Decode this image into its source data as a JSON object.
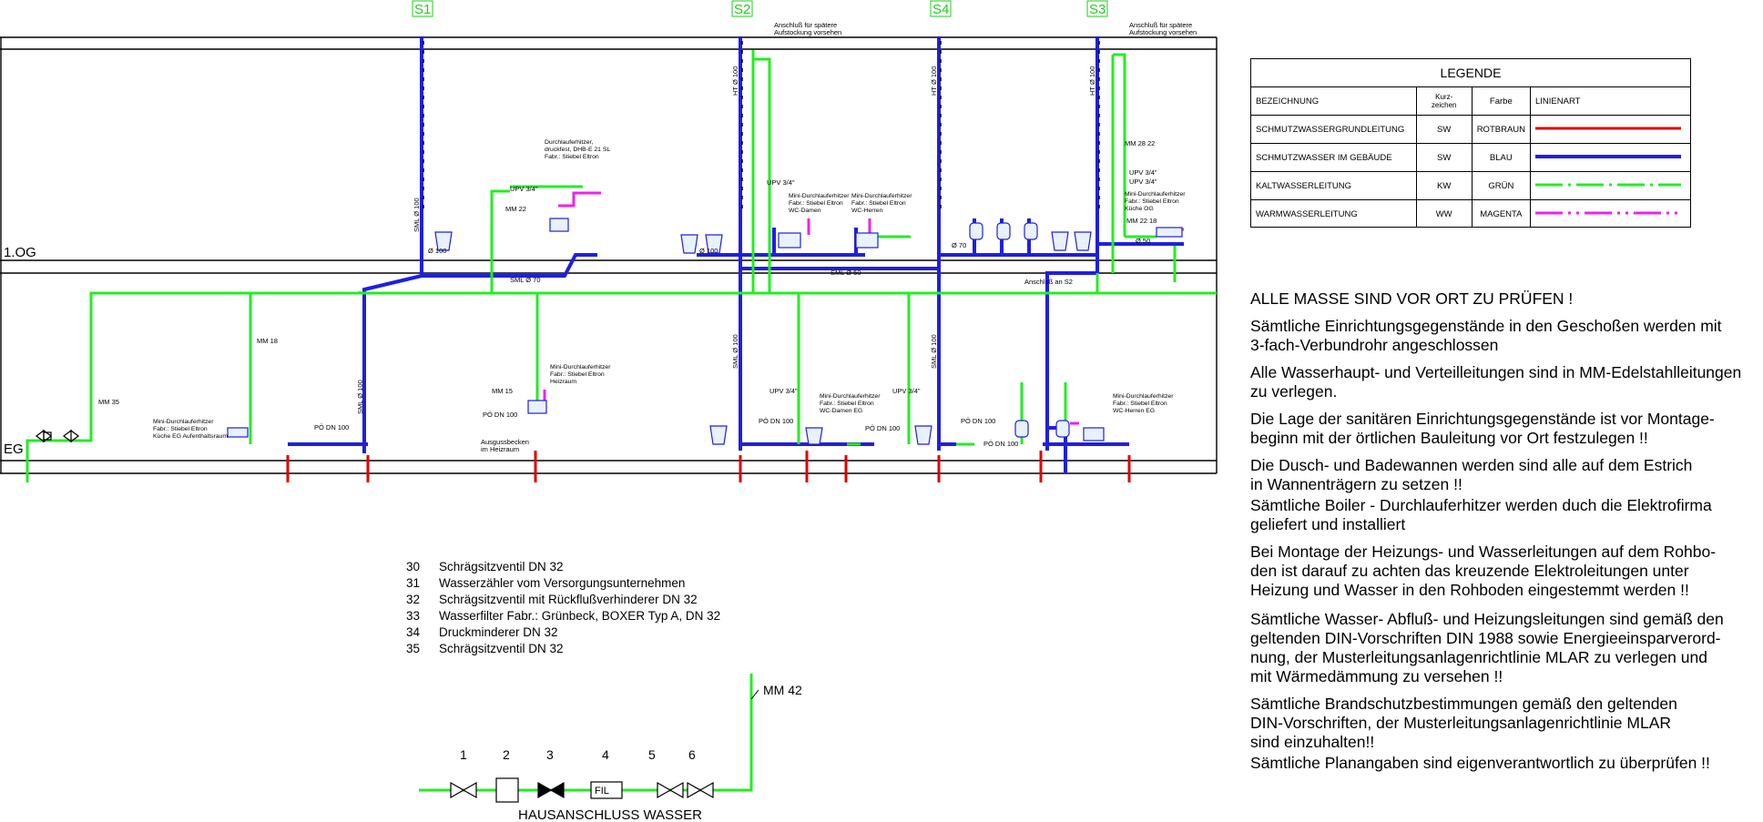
{
  "stacks": {
    "s1": "S1",
    "s2": "S2",
    "s4": "S4",
    "s3": "S3"
  },
  "floors": {
    "og": "1.OG",
    "eg": "EG"
  },
  "legend": {
    "title": "LEGENDE",
    "headers": {
      "name": "BEZEICHNUNG",
      "code": "Kurz-\nzeichen",
      "color": "Farbe",
      "linetype": "LINIENART"
    },
    "rows": [
      {
        "name": "SCHMUTZWASSERGRUNDLEITUNG",
        "code": "SW",
        "color": "ROTBRAUN",
        "stroke": "#e00000"
      },
      {
        "name": "SCHMUTZWASSER IM GEBÄUDE",
        "code": "SW",
        "color": "BLAU",
        "stroke": "#1f1fe0"
      },
      {
        "name": "KALTWASSERLEITUNG",
        "code": "KW",
        "color": "GRÜN",
        "stroke": "#22ee22"
      },
      {
        "name": "WARMWASSERLEITUNG",
        "code": "WW",
        "color": "MAGENTA",
        "stroke": "#ee22ee"
      }
    ]
  },
  "notes": [
    "ALLE MASSE SIND VOR ORT ZU PRÜFEN !",
    "Sämtliche Einrichtungsgegenstände in den Geschoßen werden mit\n3-fach-Verbundrohr angeschlossen",
    "Alle Wasserhaupt- und Verteilleitungen sind in MM-Edelstahlleitungen\nzu verlegen.",
    "Die Lage der sanitären Einrichtungsgegenstände ist vor Montage-\nbeginn mit der örtlichen Bauleitung vor Ort festzulegen !!",
    "Die Dusch- und Badewannen werden sind alle auf dem Estrich\nin Wannenträgern zu setzen !!",
    "Sämtliche Boiler - Durchlauferhitzer werden duch die Elektrofirma\ngeliefert und installiert",
    "Bei Montage der Heizungs- und Wasserleitungen auf dem Rohbo-\nden ist darauf zu achten das kreuzende Elektroleitungen unter\nHeizung und Wasser in den Rohboden eingestemmt werden !!",
    "Sämtliche Wasser- Abfluß- und Heizungsleitungen sind gemäß den\ngeltenden DIN-Vorschriften DIN 1988 sowie Energieeinsparverord-\nnung, der Musterleitungsanlagenrichtlinie MLAR zu verlegen und\nmit Wärmedämmung zu versehen !!",
    "Sämtliche Brandschutzbestimmungen gemäß den geltenden\nDIN-Vorschriften, der Musterleitungsanlagenrichtlinie MLAR\nsind einzuhalten!!",
    "Sämtliche Planangaben sind eigenverantwortlich zu überprüfen !!"
  ],
  "parts_list": [
    {
      "num": "30",
      "text": "Schrägsitzventil DN 32"
    },
    {
      "num": "31",
      "text": "Wasserzähler vom Versorgungsunternehmen"
    },
    {
      "num": "32",
      "text": "Schrägsitzventil mit Rückflußverhinderer DN 32"
    },
    {
      "num": "33",
      "text": "Wasserfilter Fabr.: Grünbeck, BOXER Typ A, DN 32"
    },
    {
      "num": "34",
      "text": "Druckminderer DN 32"
    },
    {
      "num": "35",
      "text": "Schrägsitzventil DN 32"
    }
  ],
  "house_connection": {
    "title": "HAUSANSCHLUSS WASSER",
    "pipe_label": "MM 42",
    "numbers": [
      "1",
      "2",
      "3",
      "4",
      "5",
      "6"
    ],
    "filter_label": "FIL"
  },
  "heaters": {
    "og_wc": "Durchlauferhitzer,\ndruckfest, DHB-E 21 SL\nFabr.: Stiebel Eltron",
    "og_damen": "Mini-Durchlauferhitzer\nFabr.: Stiebel Eltron\nWC-Damen",
    "og_herren": "Mini-Durchlauferhitzer\nFabr.: Stiebel Eltron\nWC-Herren",
    "og_kueche": "Mini-Durchlauferhitzer\nFabr.: Stiebel Eltron\nKüche OG",
    "eg_kueche": "Mini-Durchlauferhitzer\nFabr.: Stiebel Eltron\nKüche EG Aufenthaltsraum",
    "eg_heizraum": "Mini-Durchlauferhitzer\nFabr.: Stiebel Eltron\nHeizraum",
    "eg_damen": "Mini-Durchlauferhitzer\nFabr.: Stiebel Eltron\nWC-Damen EG",
    "eg_herren": "Mini-Durchlauferhitzer\nFabr.: Stiebel Eltron\nWC-Herren EG"
  },
  "annotations": {
    "future": "Anschluß für spätere\nAufstockung vorsehen",
    "ht100": "HT Ø 100",
    "sml100": "SML Ø 100",
    "po100": "PÖ DN 100",
    "upv": "UPV 3/4\"",
    "ausguss": "Ausgussbecken\nim Heizraum",
    "anschluss_s2": "Anschluß an S2",
    "mm22": "MM 22",
    "mm18": "MM 18",
    "mm15": "MM 15",
    "mm28": "MM 28",
    "mm35": "MM 35",
    "mm2822": "MM 28 22",
    "mm2218": "MM 22 18",
    "sml70": "SML Ø 70",
    "sml50": "SML Ø 50",
    "d100": "Ø 100",
    "d50": "Ø 50",
    "d70": "Ø 70"
  }
}
